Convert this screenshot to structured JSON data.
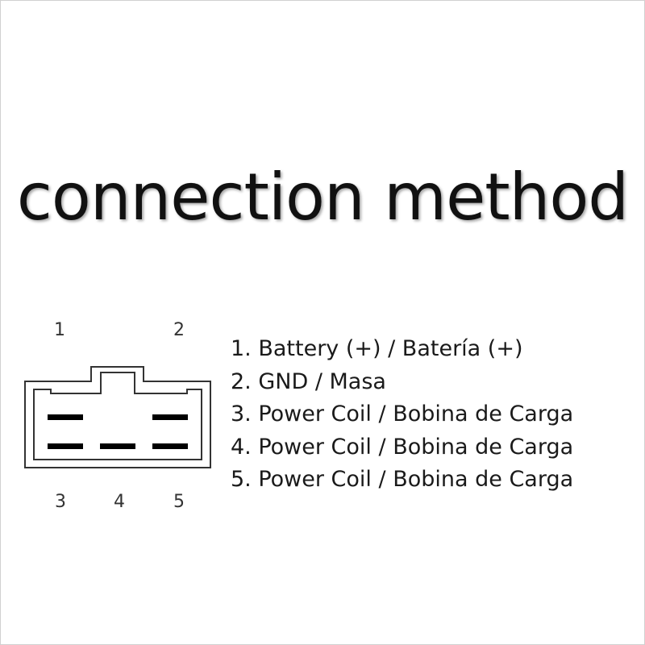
{
  "title": "connection method",
  "connector": {
    "top_pins": [
      "1",
      "2"
    ],
    "bottom_pins": [
      "3",
      "4",
      "5"
    ]
  },
  "legend": [
    "1. Battery (+) / Batería (+)",
    "2. GND / Masa",
    "3. Power Coil / Bobina de Carga",
    "4. Power Coil / Bobina de Carga",
    "5. Power Coil / Bobina de Carga"
  ],
  "colors": {
    "outline": "#333333",
    "pin": "#000000",
    "text": "#1a1a1a"
  }
}
